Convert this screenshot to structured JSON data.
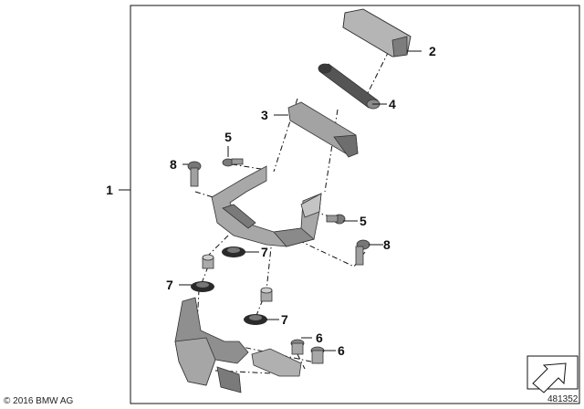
{
  "callouts": {
    "c1": "1",
    "c2": "2",
    "c3": "3",
    "c4": "4",
    "c5a": "5",
    "c5b": "5",
    "c6a": "6",
    "c6b": "6",
    "c7a": "7",
    "c7b": "7",
    "c7c": "7",
    "c8a": "8",
    "c8b": "8"
  },
  "footer": {
    "copyright": "© 2016 BMW AG",
    "image_number": "481352"
  },
  "colors": {
    "part_fill": "#a9a9a9",
    "part_dark": "#6e6e6e",
    "part_light": "#d8d8d8",
    "rubber": "#2a2a2a"
  }
}
